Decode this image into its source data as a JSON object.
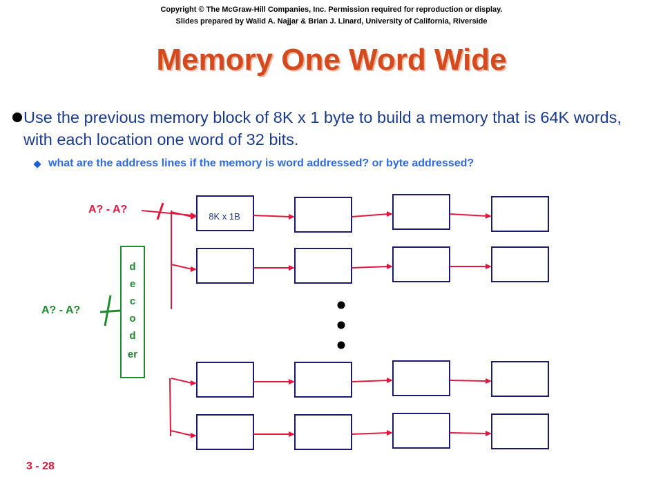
{
  "header": {
    "copyright": "Copyright © The McGraw-Hill Companies, Inc. Permission required for reproduction or display.",
    "credits": "Slides prepared by Walid A. Najjar & Brian J. Linard, University of California, Riverside"
  },
  "slide": {
    "title": "Memory One Word Wide",
    "bullet": "Use the previous memory block of 8K x 1 byte to build a memory that is 64K words, with each location one word of 32 bits.",
    "sub_bullet": "what are the address lines if the memory is word addressed? or byte addressed?",
    "page_number": "3 - 28"
  },
  "diagram": {
    "high_address_label": "A? - A?",
    "low_address_label": "A? - A?",
    "decoder_letters": [
      "d",
      "e",
      "c",
      "o",
      "d",
      "er"
    ],
    "block_label": "8K x 1B",
    "rows_shown": 4,
    "blocks_per_row": 4,
    "colors": {
      "address_bus": "#e0193c",
      "decoder": "#1e8a2e",
      "block_border": "#1a1a6e"
    }
  }
}
